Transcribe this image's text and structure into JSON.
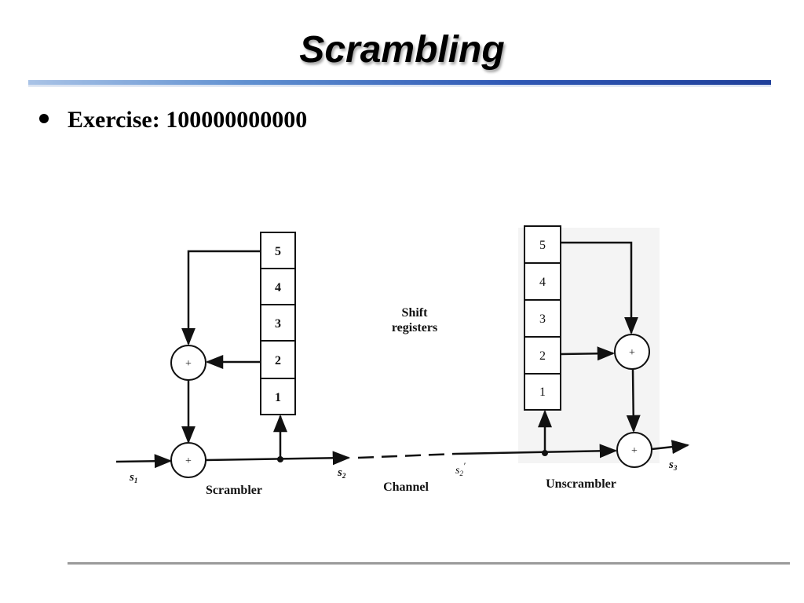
{
  "slide": {
    "title": "Scrambling",
    "bullet": "Exercise: 100000000000"
  },
  "diagram": {
    "scrambler": {
      "registers": [
        "5",
        "4",
        "3",
        "2",
        "1"
      ],
      "adder_symbol": "+",
      "input_label": "s",
      "input_sub": "1",
      "output_label": "s",
      "output_sub": "2",
      "caption": "Scrambler"
    },
    "middle": {
      "shift_registers_line1": "Shift",
      "shift_registers_line2": "registers",
      "channel": "Channel",
      "received_label": "s",
      "received_sub": "2",
      "received_prime": "′"
    },
    "unscrambler": {
      "registers": [
        "5",
        "4",
        "3",
        "2",
        "1"
      ],
      "adder_symbol": "+",
      "output_label": "s",
      "output_sub": "3",
      "caption": "Unscrambler"
    }
  }
}
